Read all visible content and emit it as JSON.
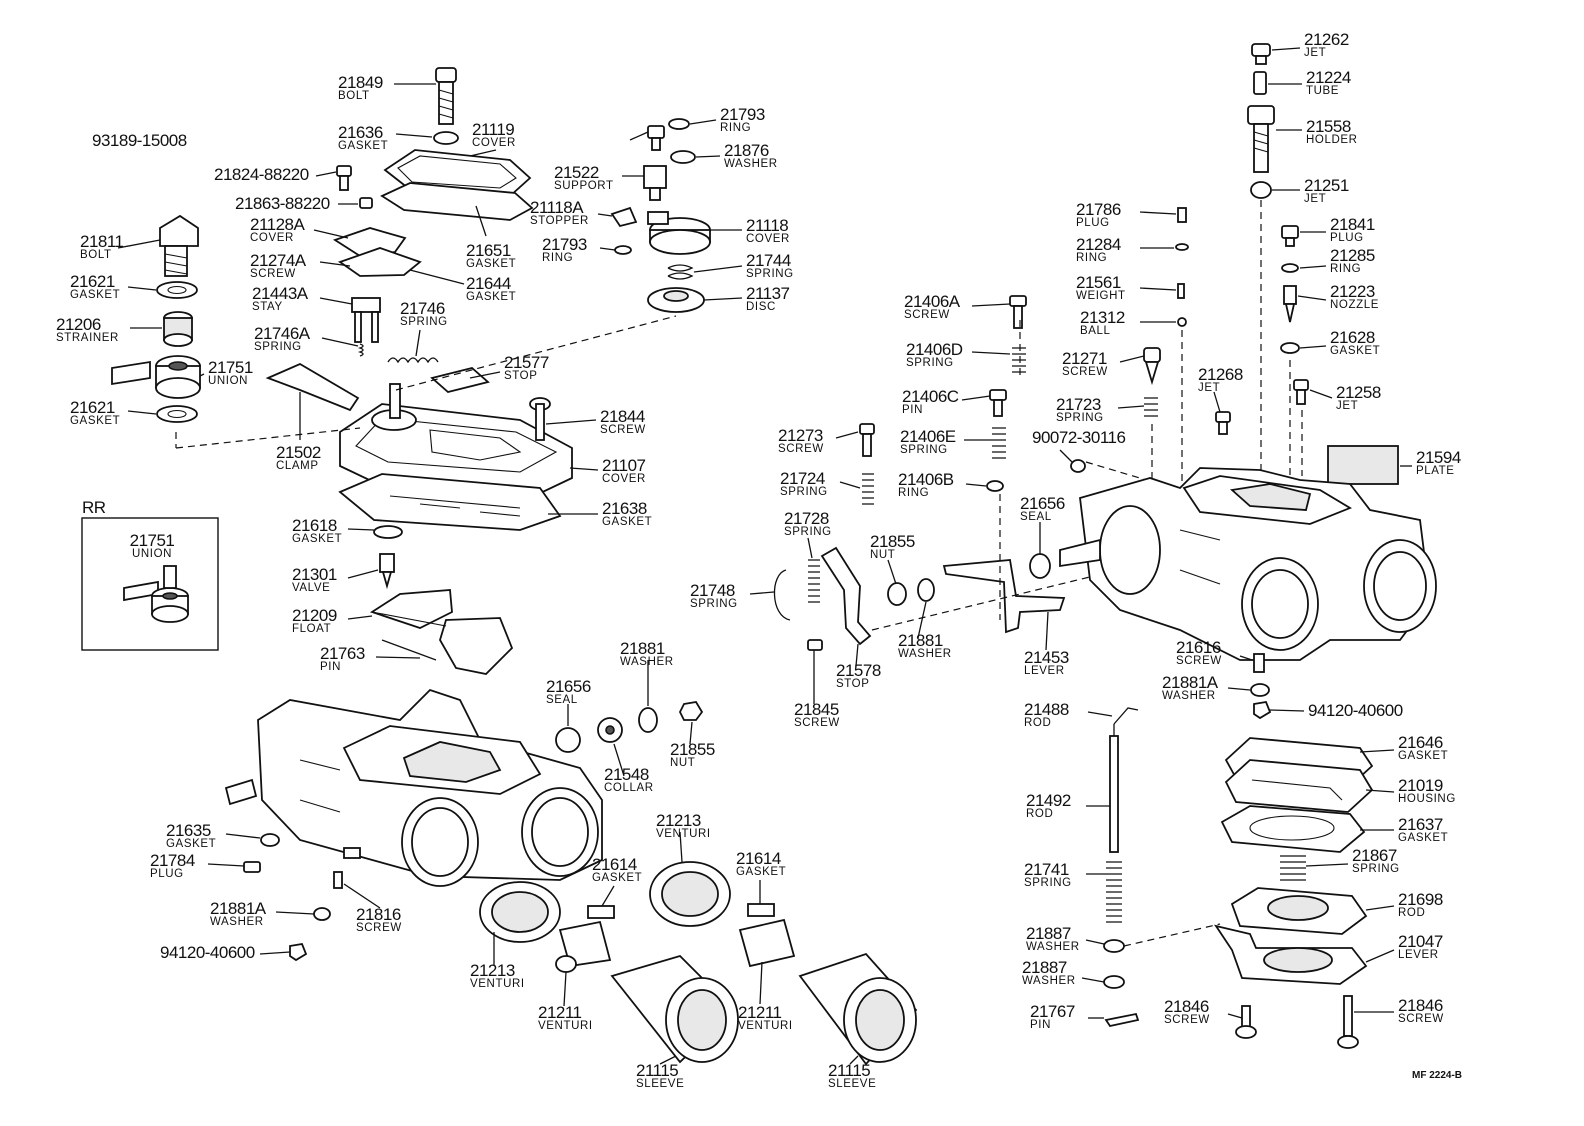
{
  "callouts": [
    {
      "num": "21849",
      "name": "BOLT"
    },
    {
      "num": "21636",
      "name": "GASKET"
    },
    {
      "num": "21119",
      "name": "COVER"
    },
    {
      "num": "21824-88220",
      "name": ""
    },
    {
      "num": "21863-88220",
      "name": ""
    },
    {
      "num": "21811",
      "name": "BOLT"
    },
    {
      "num": "21128A",
      "name": "COVER"
    },
    {
      "num": "21274A",
      "name": "SCREW"
    },
    {
      "num": "21621",
      "name": "GASKET"
    },
    {
      "num": "21443A",
      "name": "STAY"
    },
    {
      "num": "21644",
      "name": "GASKET"
    },
    {
      "num": "21651",
      "name": "GASKET"
    },
    {
      "num": "21206",
      "name": "STRAINER"
    },
    {
      "num": "21746",
      "name": "SPRING"
    },
    {
      "num": "21746A",
      "name": "SPRING"
    },
    {
      "num": "21751",
      "name": "UNION"
    },
    {
      "num": "21577",
      "name": "STOP"
    },
    {
      "num": "21621",
      "name": "GASKET"
    },
    {
      "num": "21844",
      "name": "SCREW"
    },
    {
      "num": "21502",
      "name": "CLAMP"
    },
    {
      "num": "21107",
      "name": "COVER"
    },
    {
      "num": "21638",
      "name": "GASKET"
    },
    {
      "num": "21618",
      "name": "GASKET"
    },
    {
      "num": "21301",
      "name": "VALVE"
    },
    {
      "num": "21209",
      "name": "FLOAT"
    },
    {
      "num": "21763",
      "name": "PIN"
    },
    {
      "num": "21793",
      "name": "RING"
    },
    {
      "num": "93189-15008",
      "name": ""
    },
    {
      "num": "21876",
      "name": "WASHER"
    },
    {
      "num": "21522",
      "name": "SUPPORT"
    },
    {
      "num": "21118A",
      "name": "STOPPER"
    },
    {
      "num": "21118",
      "name": "COVER"
    },
    {
      "num": "21793",
      "name": "RING"
    },
    {
      "num": "21744",
      "name": "SPRING"
    },
    {
      "num": "21137",
      "name": "DISC"
    },
    {
      "num": "21656",
      "name": "SEAL"
    },
    {
      "num": "21548",
      "name": "COLLAR"
    },
    {
      "num": "21881",
      "name": "WASHER"
    },
    {
      "num": "21855",
      "name": "NUT"
    },
    {
      "num": "21635",
      "name": "GASKET"
    },
    {
      "num": "21784",
      "name": "PLUG"
    },
    {
      "num": "21881A",
      "name": "WASHER"
    },
    {
      "num": "21816",
      "name": "SCREW"
    },
    {
      "num": "94120-40600",
      "name": ""
    },
    {
      "num": "21213",
      "name": "VENTURI"
    },
    {
      "num": "21614",
      "name": "GASKET"
    },
    {
      "num": "21213",
      "name": "VENTURI"
    },
    {
      "num": "21614",
      "name": "GASKET"
    },
    {
      "num": "21211",
      "name": "VENTURI"
    },
    {
      "num": "21211",
      "name": "VENTURI"
    },
    {
      "num": "21115",
      "name": "SLEEVE"
    },
    {
      "num": "21115",
      "name": "SLEEVE"
    },
    {
      "num": "21406A",
      "name": "SCREW"
    },
    {
      "num": "21406D",
      "name": "SPRING"
    },
    {
      "num": "21406C",
      "name": "PIN"
    },
    {
      "num": "21406E",
      "name": "SPRING"
    },
    {
      "num": "21406B",
      "name": "RING"
    },
    {
      "num": "21273",
      "name": "SCREW"
    },
    {
      "num": "21724",
      "name": "SPRING"
    },
    {
      "num": "21728",
      "name": "SPRING"
    },
    {
      "num": "21855",
      "name": "NUT"
    },
    {
      "num": "21748",
      "name": "SPRING"
    },
    {
      "num": "21881",
      "name": "WASHER"
    },
    {
      "num": "21578",
      "name": "STOP"
    },
    {
      "num": "21845",
      "name": "SCREW"
    },
    {
      "num": "21453",
      "name": "LEVER"
    },
    {
      "num": "21656",
      "name": "SEAL"
    },
    {
      "num": "21786",
      "name": "PLUG"
    },
    {
      "num": "21284",
      "name": "RING"
    },
    {
      "num": "21561",
      "name": "WEIGHT"
    },
    {
      "num": "21312",
      "name": "BALL"
    },
    {
      "num": "21271",
      "name": "SCREW"
    },
    {
      "num": "21723",
      "name": "SPRING"
    },
    {
      "num": "90072-30116",
      "name": ""
    },
    {
      "num": "21268",
      "name": "JET"
    },
    {
      "num": "21262",
      "name": "JET"
    },
    {
      "num": "21224",
      "name": "TUBE"
    },
    {
      "num": "21558",
      "name": "HOLDER"
    },
    {
      "num": "21251",
      "name": "JET"
    },
    {
      "num": "21841",
      "name": "PLUG"
    },
    {
      "num": "21285",
      "name": "RING"
    },
    {
      "num": "21223",
      "name": "NOZZLE"
    },
    {
      "num": "21628",
      "name": "GASKET"
    },
    {
      "num": "21258",
      "name": "JET"
    },
    {
      "num": "21594",
      "name": "PLATE"
    },
    {
      "num": "21616",
      "name": "SCREW"
    },
    {
      "num": "21881A",
      "name": "WASHER"
    },
    {
      "num": "94120-40600",
      "name": ""
    },
    {
      "num": "21488",
      "name": "ROD"
    },
    {
      "num": "21492",
      "name": "ROD"
    },
    {
      "num": "21741",
      "name": "SPRING"
    },
    {
      "num": "21887",
      "name": "WASHER"
    },
    {
      "num": "21887",
      "name": "WASHER"
    },
    {
      "num": "21767",
      "name": "PIN"
    },
    {
      "num": "21646",
      "name": "GASKET"
    },
    {
      "num": "21019",
      "name": "HOUSING"
    },
    {
      "num": "21637",
      "name": "GASKET"
    },
    {
      "num": "21867",
      "name": "SPRING"
    },
    {
      "num": "21698",
      "name": "ROD"
    },
    {
      "num": "21047",
      "name": "LEVER"
    },
    {
      "num": "21846",
      "name": "SCREW"
    },
    {
      "num": "21846",
      "name": "SCREW"
    }
  ],
  "rr_box": {
    "label": "RR",
    "num": "21751",
    "name": "UNION"
  },
  "footer_code": "MF 2224-B"
}
